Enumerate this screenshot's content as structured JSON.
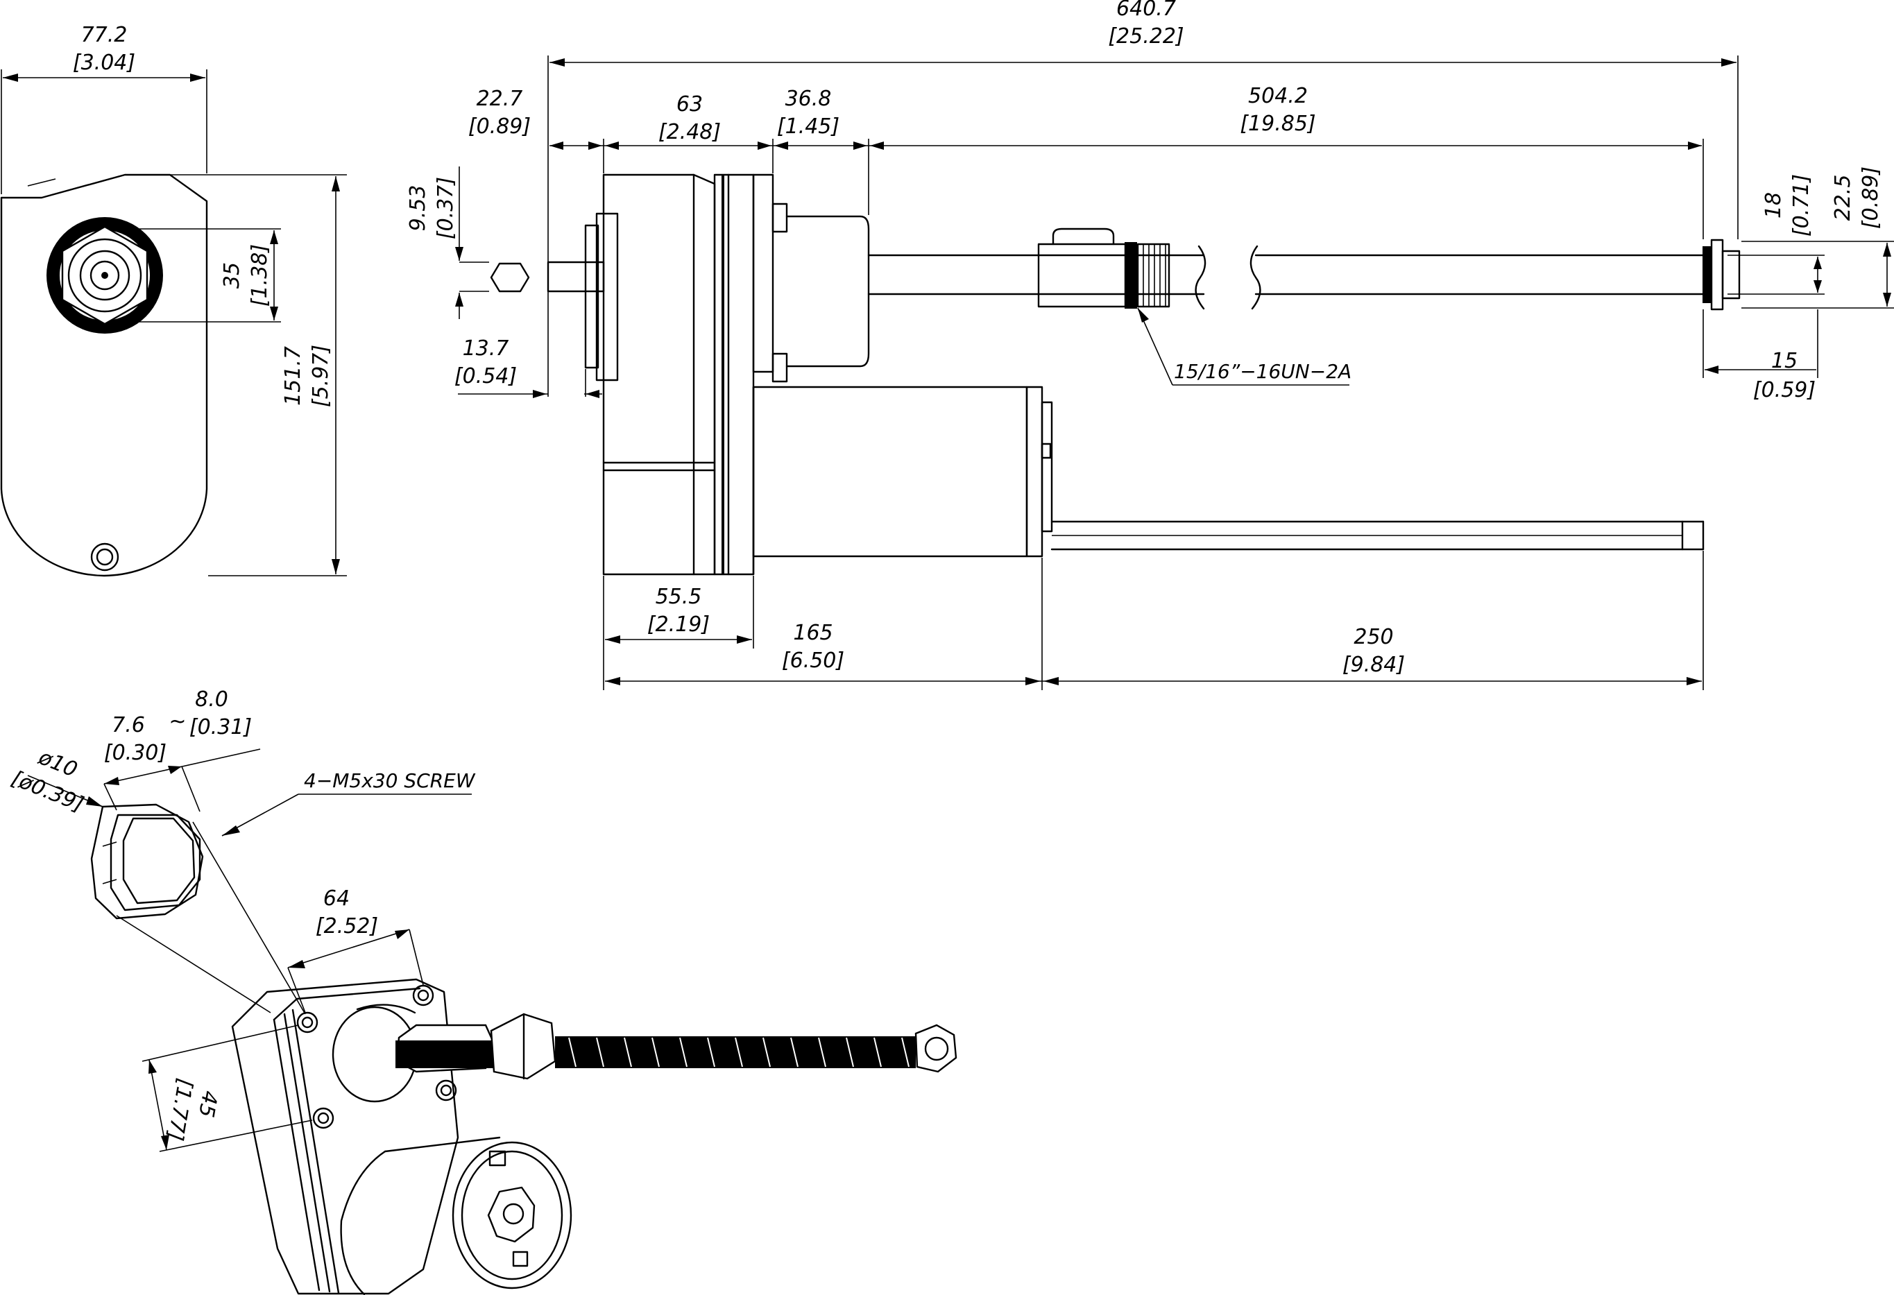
{
  "dimensions": {
    "end_width": {
      "mm": "77.2",
      "in": "[3.04]"
    },
    "end_height": {
      "mm": "151.7",
      "in": "[5.97]"
    },
    "rod_end_dia": {
      "mm": "35",
      "in": "[1.38]"
    },
    "overall_length": {
      "mm": "640.7",
      "in": "[25.22]"
    },
    "shaft_ext": {
      "mm": "22.7",
      "in": "[0.89]"
    },
    "gearbox_len": {
      "mm": "63",
      "in": "[2.48]"
    },
    "collar_len": {
      "mm": "36.8",
      "in": "[1.45]"
    },
    "stroke_len": {
      "mm": "504.2",
      "in": "[19.85]"
    },
    "hex_size": {
      "mm": "9.53",
      "in": "[0.37]"
    },
    "shaft_offset": {
      "mm": "13.7",
      "in": "[0.54]"
    },
    "rod_dia": {
      "mm": "18",
      "in": "[0.71]"
    },
    "nut_dia": {
      "mm": "22.5",
      "in": "[0.89]"
    },
    "end_thick": {
      "mm": "15",
      "in": "[0.59]"
    },
    "gear_base": {
      "mm": "55.5",
      "in": "[2.19]"
    },
    "motor_len": {
      "mm": "165",
      "in": "[6.50]"
    },
    "cable_len": {
      "mm": "250",
      "in": "[9.84]"
    },
    "hole_spacing": {
      "mm": "64",
      "in": "[2.52]"
    },
    "height_45": {
      "mm": "45",
      "in": "[1.77]"
    },
    "clevis_dia": {
      "mm": "ø10",
      "in": "[ø0.39]"
    },
    "clevis_range": {
      "min_mm": "7.6",
      "min_in": "[0.30]",
      "sep": "~",
      "max_mm": "8.0",
      "max_in": "[0.31]"
    }
  },
  "notes": {
    "thread": "15/16”−16UN−2A",
    "screw": "4−M5x30 SCREW"
  },
  "colors": {
    "line": "#000000",
    "background": "#ffffff"
  }
}
